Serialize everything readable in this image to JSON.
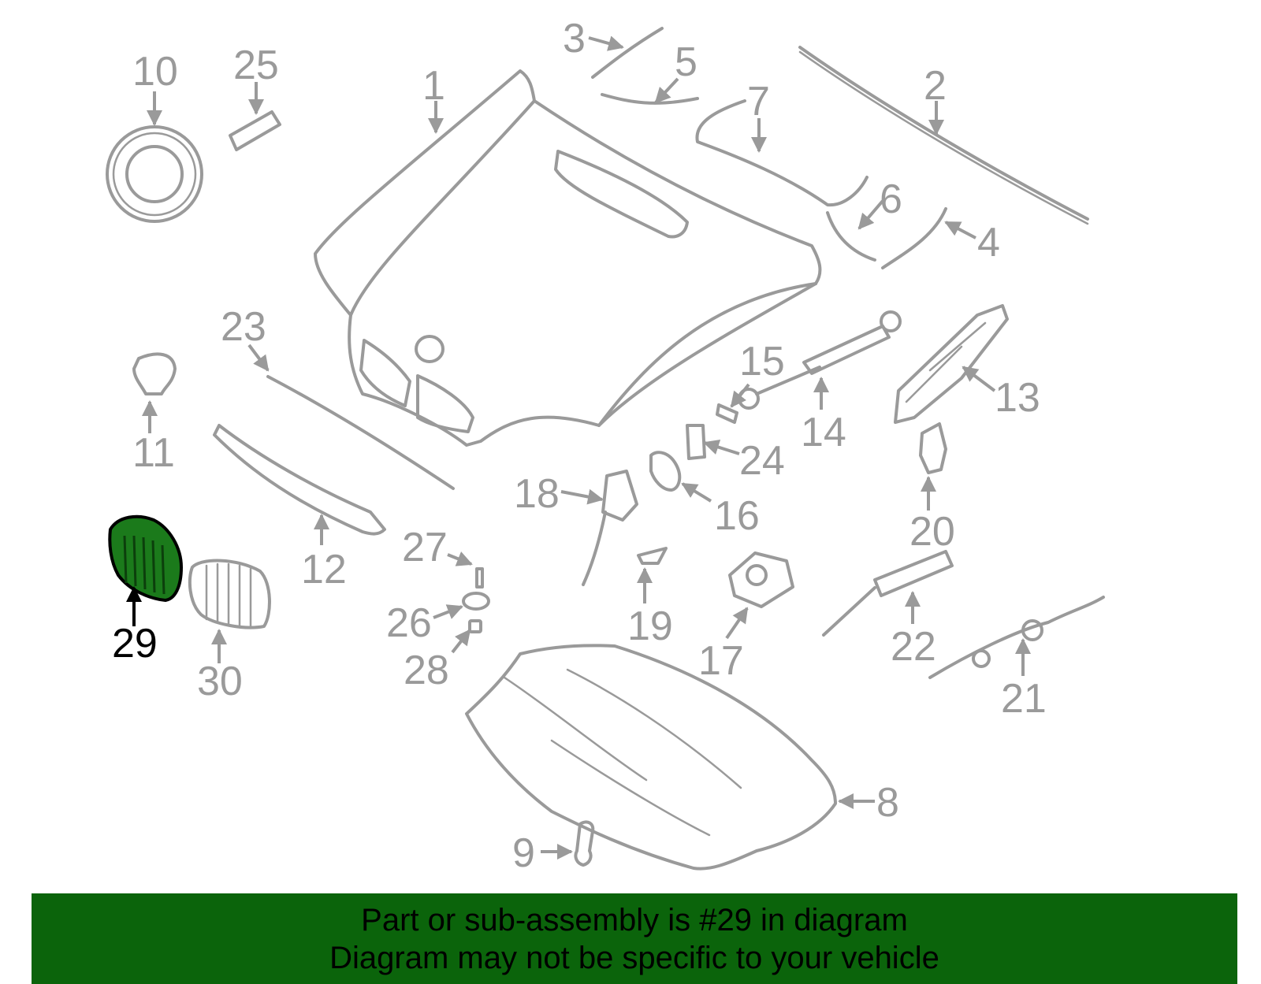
{
  "diagram": {
    "highlighted_part": "29",
    "colors": {
      "line": "#9a9a9a",
      "highlight_fill": "#1b7a1b",
      "banner": "#0b640b",
      "highlight_label": "#000000"
    },
    "callouts": [
      {
        "id": "1",
        "label": "1"
      },
      {
        "id": "2",
        "label": "2"
      },
      {
        "id": "3",
        "label": "3"
      },
      {
        "id": "4",
        "label": "4"
      },
      {
        "id": "5",
        "label": "5"
      },
      {
        "id": "6",
        "label": "6"
      },
      {
        "id": "7",
        "label": "7"
      },
      {
        "id": "8",
        "label": "8"
      },
      {
        "id": "9",
        "label": "9"
      },
      {
        "id": "10",
        "label": "10"
      },
      {
        "id": "11",
        "label": "11"
      },
      {
        "id": "12",
        "label": "12"
      },
      {
        "id": "13",
        "label": "13"
      },
      {
        "id": "14",
        "label": "14"
      },
      {
        "id": "15",
        "label": "15"
      },
      {
        "id": "16",
        "label": "16"
      },
      {
        "id": "17",
        "label": "17"
      },
      {
        "id": "18",
        "label": "18"
      },
      {
        "id": "19",
        "label": "19"
      },
      {
        "id": "20",
        "label": "20"
      },
      {
        "id": "21",
        "label": "21"
      },
      {
        "id": "22",
        "label": "22"
      },
      {
        "id": "23",
        "label": "23"
      },
      {
        "id": "24",
        "label": "24"
      },
      {
        "id": "25",
        "label": "25"
      },
      {
        "id": "26",
        "label": "26"
      },
      {
        "id": "27",
        "label": "27"
      },
      {
        "id": "28",
        "label": "28"
      },
      {
        "id": "29",
        "label": "29"
      },
      {
        "id": "30",
        "label": "30"
      }
    ]
  },
  "banner": {
    "line1": "Part or sub-assembly is #29 in diagram",
    "line2": "Diagram may not be specific to your vehicle"
  }
}
